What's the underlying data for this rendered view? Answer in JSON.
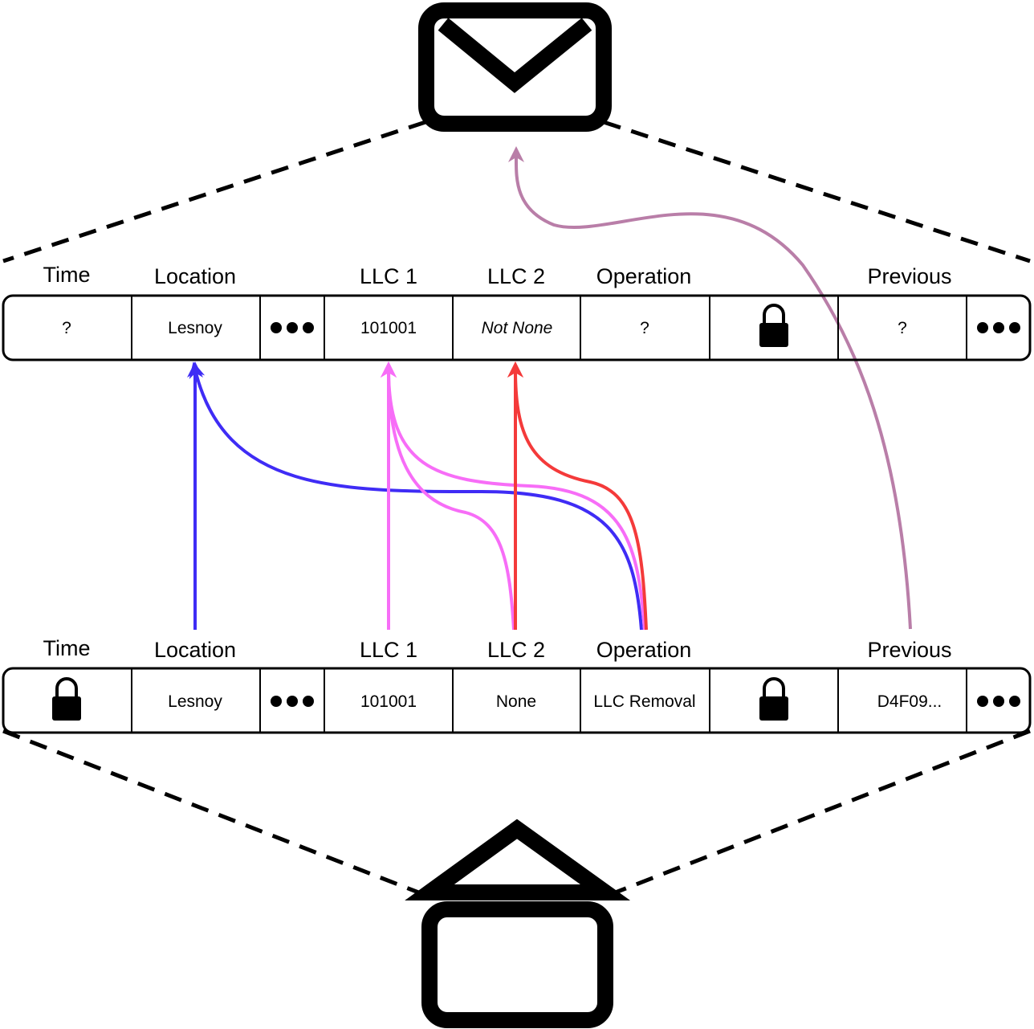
{
  "top_row": {
    "headers": [
      "Time",
      "Location",
      "LLC 1",
      "LLC 2",
      "Operation",
      "Previous"
    ],
    "cells": [
      "?",
      "Lesnoy",
      "101001",
      "Not None",
      "?",
      "?"
    ]
  },
  "bottom_row": {
    "headers": [
      "Time",
      "Location",
      "LLC 1",
      "LLC 2",
      "Operation",
      "Previous"
    ],
    "cells": [
      "Lesnoy",
      "101001",
      "None",
      "LLC Removal",
      "D4F09..."
    ]
  },
  "icons": {
    "top": "envelope-closed-icon",
    "bottom": "envelope-open-icon",
    "lock": "lock-icon",
    "ellipsis": "ellipsis-icon"
  },
  "colors": {
    "location_arrow": "#3f2cf5",
    "llc1_arrow": "#f76df7",
    "llc2_arrow": "#f43a3a",
    "previous_arrow": "#b97ea8"
  }
}
